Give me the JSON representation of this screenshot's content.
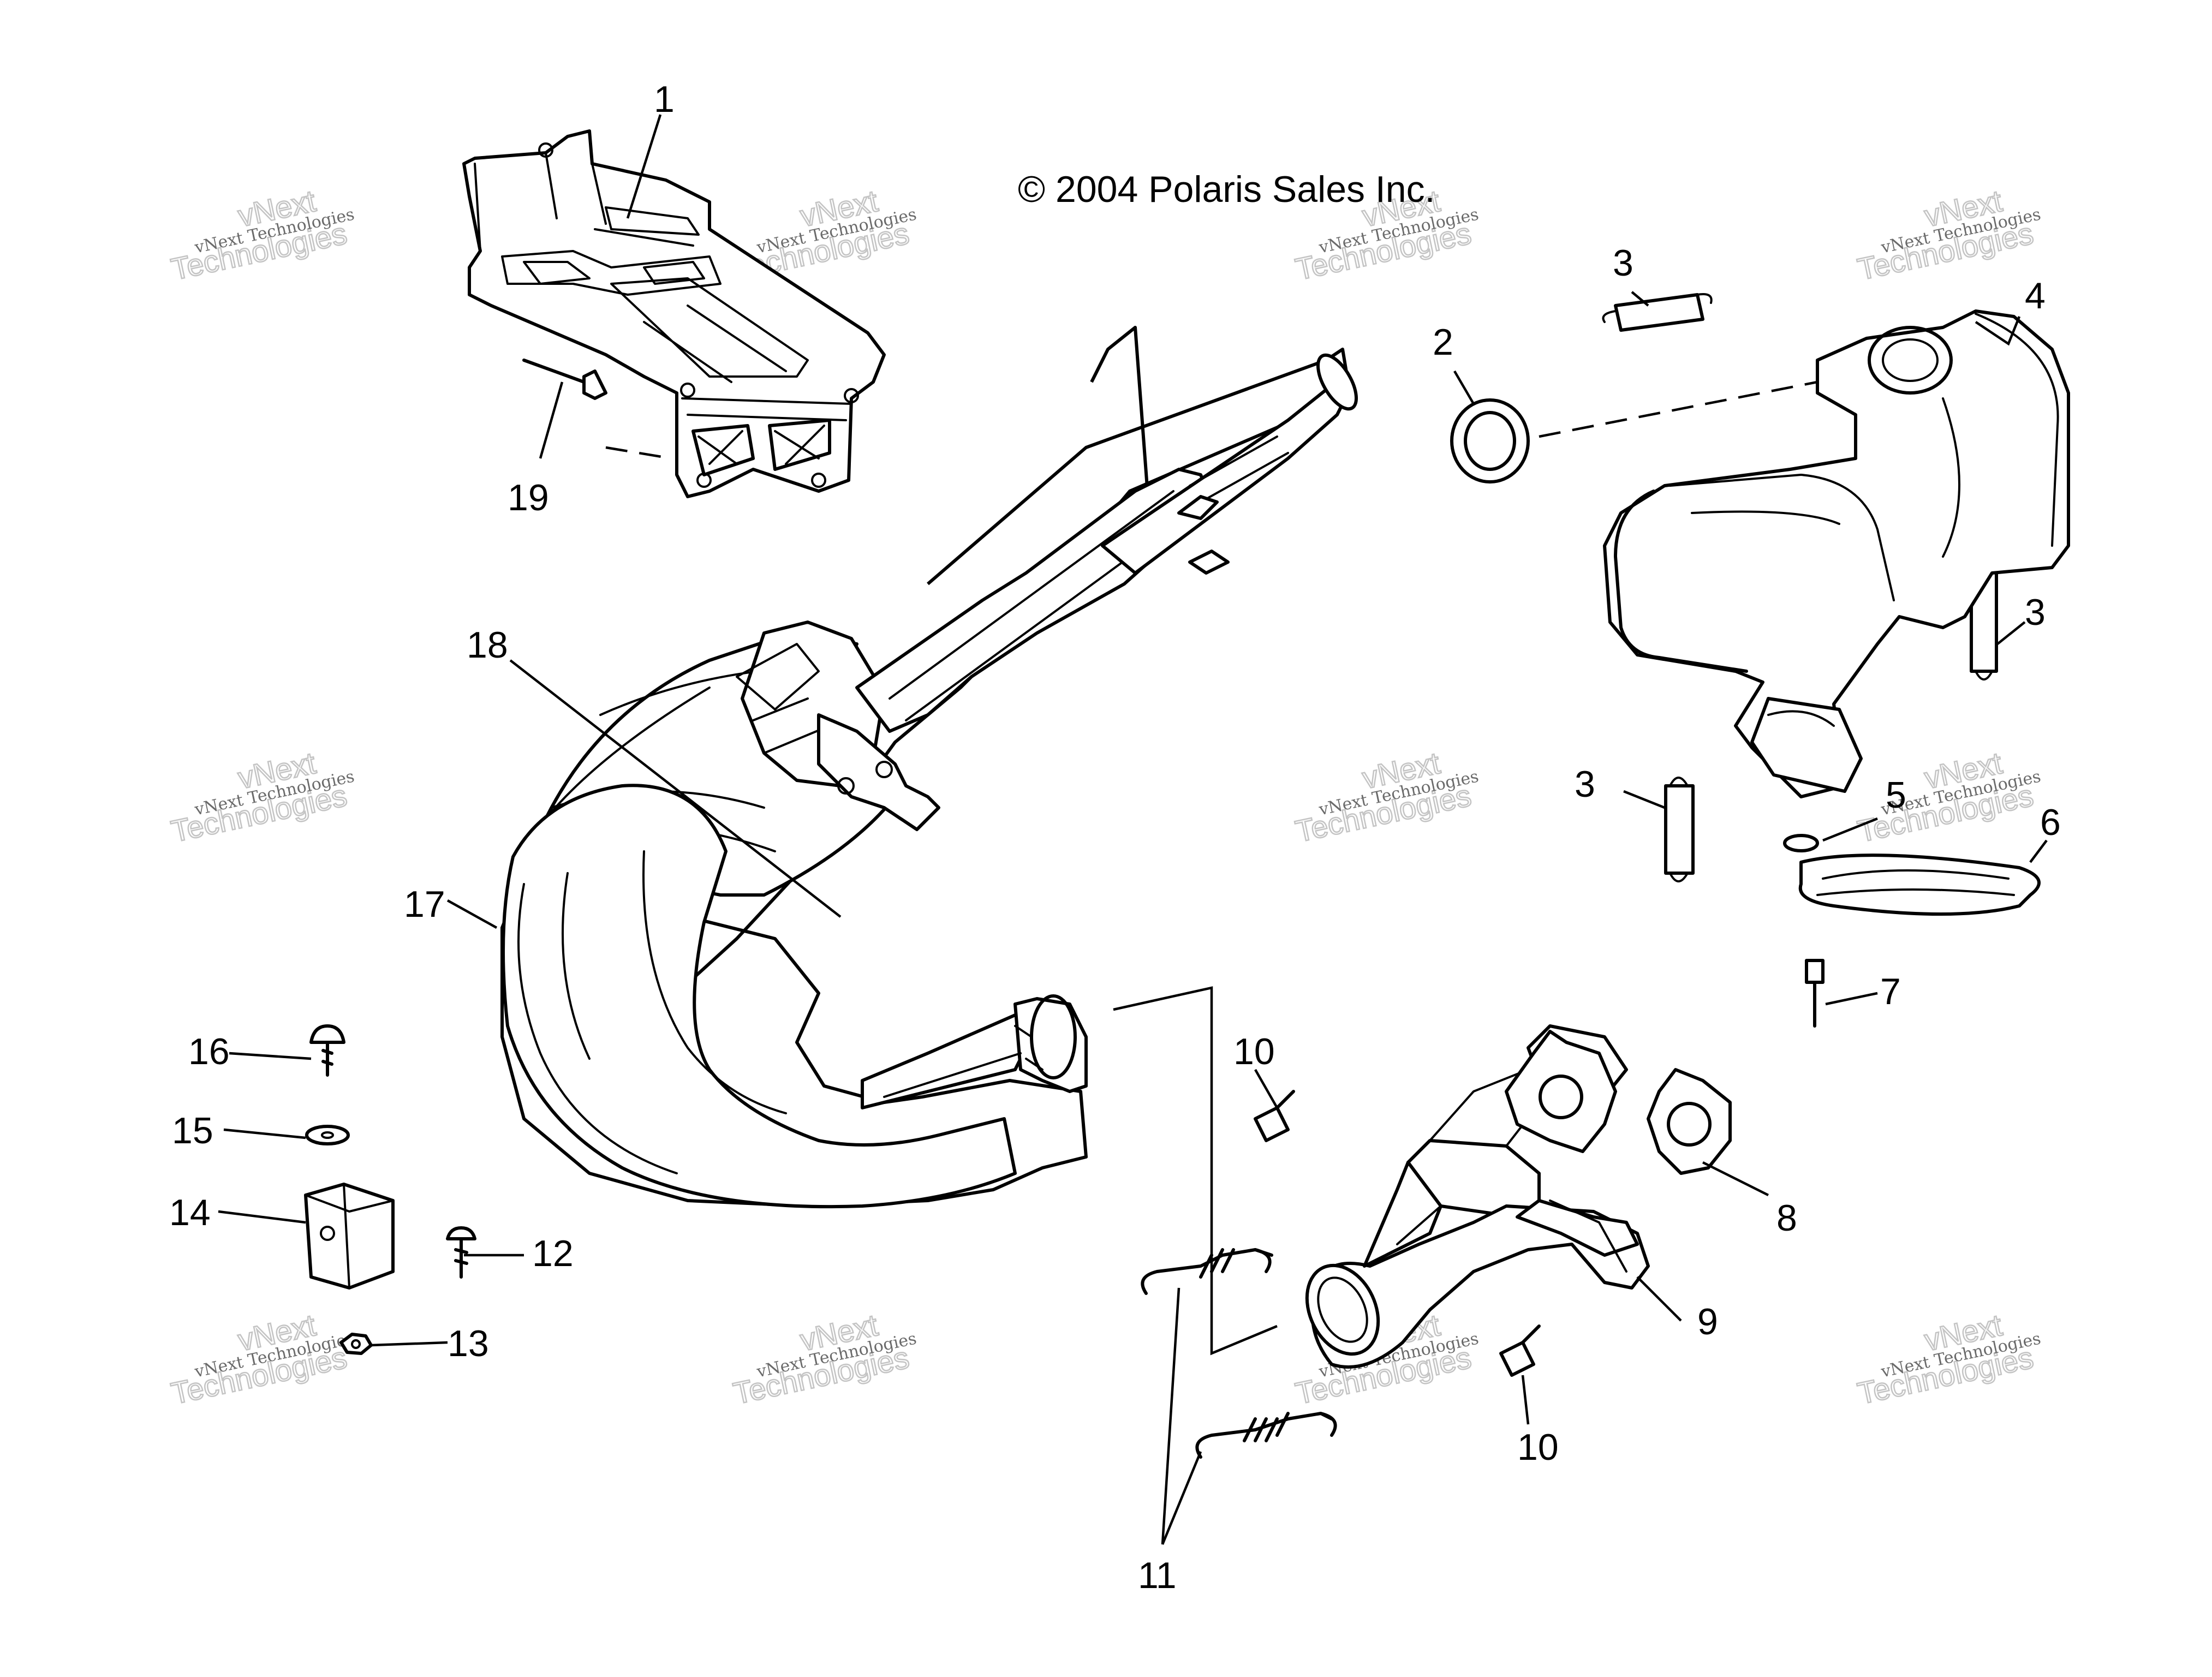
{
  "copyright": "© 2004 Polaris Sales Inc.",
  "watermark": {
    "line_small": "vNext Technologies",
    "line_large_1": "vNext",
    "line_large_2": "Technologies"
  },
  "callouts": {
    "c1": "1",
    "c2": "2",
    "c3a": "3",
    "c3b": "3",
    "c3c": "3",
    "c4": "4",
    "c5": "5",
    "c6": "6",
    "c7": "7",
    "c8": "8",
    "c9": "9",
    "c10a": "10",
    "c10b": "10",
    "c11": "11",
    "c12": "12",
    "c13": "13",
    "c14": "14",
    "c15": "15",
    "c16": "16",
    "c17": "17",
    "c18": "18",
    "c19": "19"
  }
}
